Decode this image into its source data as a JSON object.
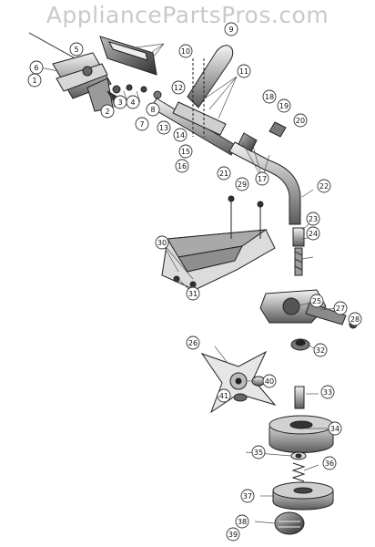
{
  "watermark": "AppliancePartsPros.com",
  "callouts": [
    "1",
    "2",
    "3",
    "4",
    "5",
    "6",
    "7",
    "8",
    "9",
    "10",
    "11",
    "12",
    "13",
    "14",
    "15",
    "16",
    "17",
    "18",
    "19",
    "20",
    "21",
    "22",
    "23",
    "24",
    "25",
    "26",
    "27",
    "28",
    "29",
    "30",
    "31",
    "32",
    "33",
    "34",
    "35",
    "36",
    "37",
    "38",
    "39",
    "40",
    "41"
  ]
}
